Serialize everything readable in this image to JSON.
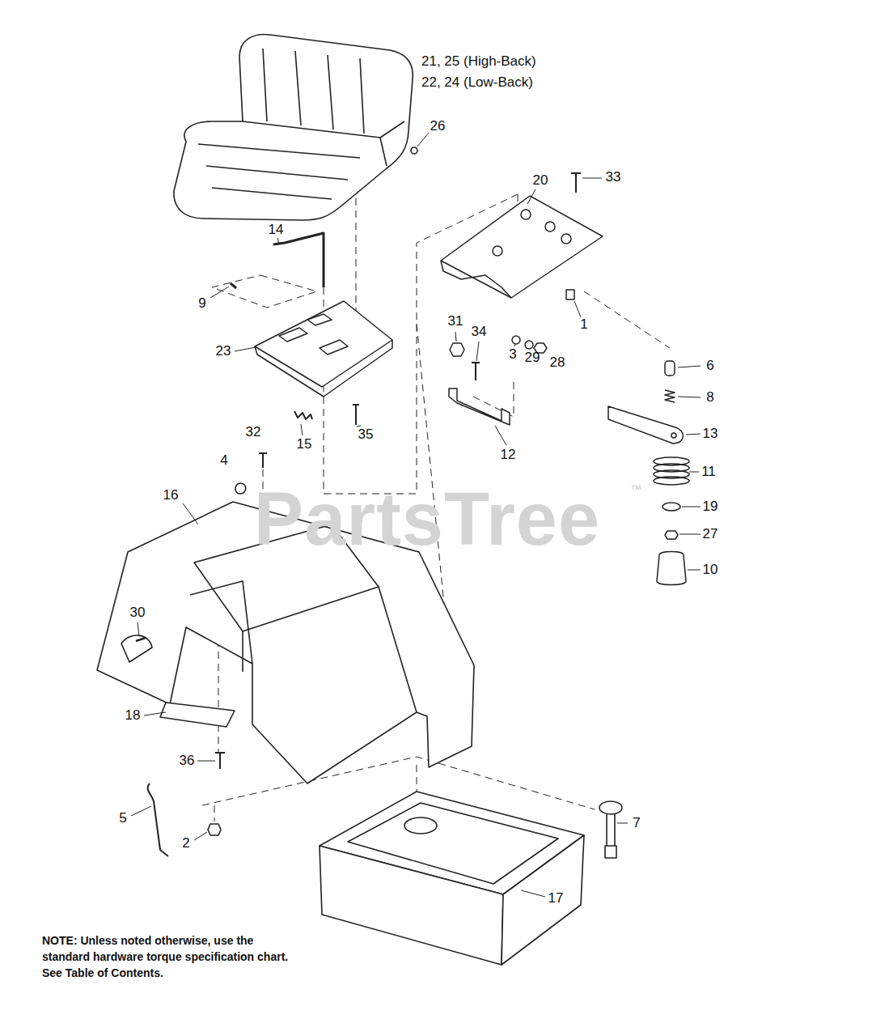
{
  "diagram": {
    "labels": [
      "21, 25 (High-Back)",
      "22, 24 (Low-Back)",
      "26",
      "20",
      "33",
      "14",
      "9",
      "1",
      "31",
      "34",
      "3",
      "29",
      "28",
      "6",
      "8",
      "23",
      "35",
      "15",
      "12",
      "13",
      "32",
      "4",
      "16",
      "11",
      "19",
      "27",
      "10",
      "30",
      "18",
      "36",
      "5",
      "2",
      "7",
      "17",
      "PartsTree",
      "™",
      "NOTE: Unless noted otherwise, use the standard hardware torque specification chart. See Table of Contents."
    ]
  }
}
